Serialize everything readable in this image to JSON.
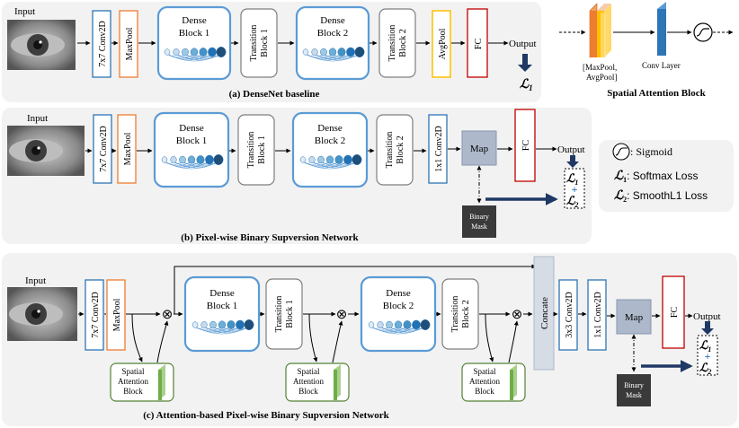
{
  "panel_a": {
    "input_label": "Input",
    "conv7": "7x7 Conv2D",
    "maxpool": "MaxPool",
    "dense1": [
      "Dense",
      "Block 1"
    ],
    "trans1": [
      "Transition",
      "Block 1"
    ],
    "dense2": [
      "Dense",
      "Block 2"
    ],
    "trans2": [
      "Transition",
      "Block 2"
    ],
    "avgpool": "AvgPool",
    "fc": "FC",
    "output": "Output",
    "loss": "ℒ",
    "loss_sub": "1",
    "caption": "(a) DenseNet baseline"
  },
  "sab_legend": {
    "pool_label": [
      "[MaxPool,",
      "AvgPool]"
    ],
    "conv_label": "Conv Layer",
    "caption": "Spatial Attention Block"
  },
  "panel_b": {
    "input_label": "Input",
    "conv7": "7x7 Conv2D",
    "maxpool": "MaxPool",
    "dense1": [
      "Dense",
      "Block 1"
    ],
    "trans1": [
      "Transition",
      "Block 1"
    ],
    "dense2": [
      "Dense",
      "Block 2"
    ],
    "trans2": [
      "Transition",
      "Block 2"
    ],
    "conv1": "1x1 Conv2D",
    "map": "Map",
    "fc": "FC",
    "output": "Output",
    "binary_mask": [
      "Binary",
      "Mask"
    ],
    "loss1": "ℒ",
    "loss1_sub": "1",
    "plus": "+",
    "loss2": "ℒ",
    "loss2_sub": "2",
    "caption": "(b) Pixel-wise Binary Supversion Network"
  },
  "legend": {
    "sigmoid": ": Sigmoid",
    "loss1_sym": "ℒ",
    "loss1_sub": "1",
    "loss1_text": ": Softmax Loss",
    "loss2_sym": "ℒ",
    "loss2_sub": "2",
    "loss2_text": ": SmoothL1 Loss"
  },
  "panel_c": {
    "input_label": "Input",
    "conv7": "7x7 Conv2D",
    "maxpool": "MaxPool",
    "dense1": [
      "Dense",
      "Block 1"
    ],
    "trans1": [
      "Transition",
      "Block 1"
    ],
    "dense2": [
      "Dense",
      "Block 2"
    ],
    "trans2": [
      "Transition",
      "Block 2"
    ],
    "concate": "Concate",
    "conv3": "3x3 Conv2D",
    "conv1": "1x1 Conv2D",
    "map": "Map",
    "fc": "FC",
    "output": "Output",
    "sab": [
      "Spatial",
      "Attention",
      "Block"
    ],
    "binary_mask": [
      "Binary",
      "Mask"
    ],
    "mult": "⊗",
    "loss1": "ℒ",
    "loss1_sub": "1",
    "plus": "+",
    "loss2": "ℒ",
    "loss2_sub": "2",
    "caption": "(c) Attention-based Pixel-wise Binary Supversion Network"
  },
  "colors": {
    "panel_bg": "#f2f2f2",
    "blue": "#2e75b6",
    "orange": "#ed7d31",
    "gold": "#ffc000",
    "red": "#c00000",
    "gray_box": "#7f7f7f",
    "map_fill": "#adb9ca",
    "concate_fill": "#d6dce5",
    "green": "#70ad47",
    "dark_mask": "#3a3a3a",
    "navy": "#1f3864"
  }
}
